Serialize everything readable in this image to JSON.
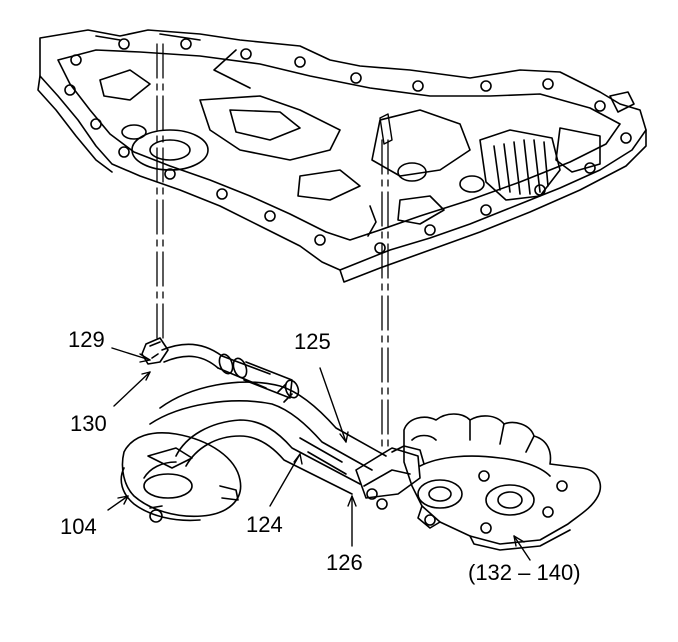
{
  "callouts": {
    "c129": "129",
    "c130": "130",
    "c125": "125",
    "c104": "104",
    "c124": "124",
    "c126": "126",
    "c132_140": "(132 – 140)"
  },
  "colors": {
    "line": "#000000",
    "background": "#ffffff"
  }
}
